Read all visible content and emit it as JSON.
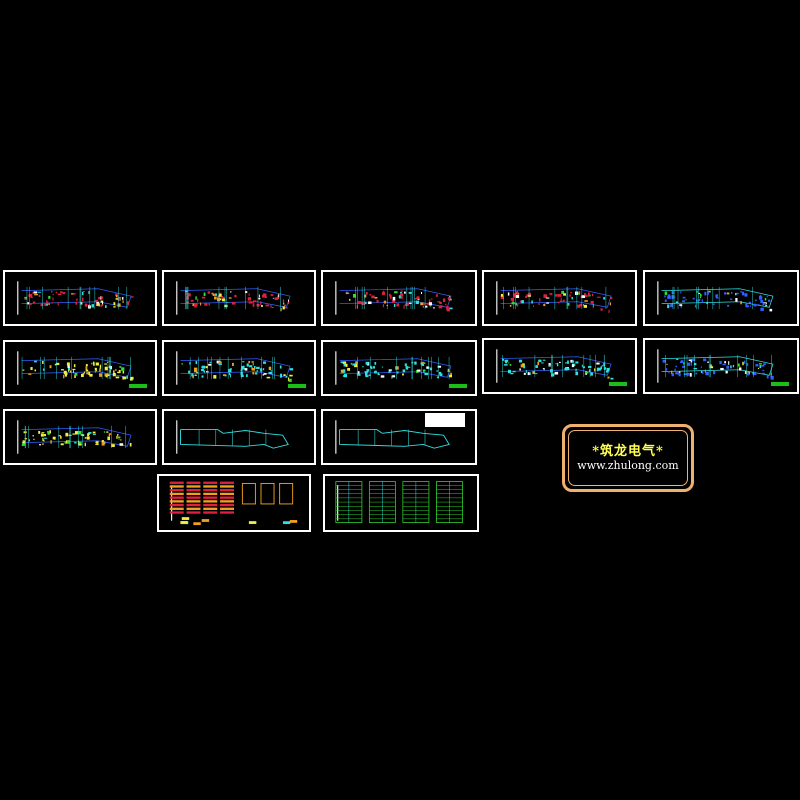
{
  "logo": {
    "title": "*筑龙电气*",
    "url": "www.zhulong.com",
    "border_color": "#f0b070",
    "title_color": "#ffff55"
  },
  "sheets": [
    {
      "kind": "floor-plan-red"
    },
    {
      "kind": "floor-plan-red"
    },
    {
      "kind": "floor-plan-red"
    },
    {
      "kind": "floor-plan-red"
    },
    {
      "kind": "floor-plan-blue"
    },
    {
      "kind": "floor-plan-yellow-cyan"
    },
    {
      "kind": "floor-plan-cyan"
    },
    {
      "kind": "floor-plan-cyan"
    },
    {
      "kind": "floor-plan-cyan"
    },
    {
      "kind": "floor-plan-blue"
    },
    {
      "kind": "floor-plan-yellow"
    },
    {
      "kind": "outline-cyan"
    },
    {
      "kind": "outline-cyan"
    },
    {
      "kind": "system-diagram-orange"
    },
    {
      "kind": "system-diagram-green"
    }
  ],
  "colors": {
    "background": "#000000",
    "sheet_border": "#ffffff",
    "red": "#e02040",
    "cyan": "#30e0e0",
    "yellow": "#f0f040",
    "blue": "#3060ff",
    "green": "#30e030",
    "orange": "#f0a020"
  }
}
